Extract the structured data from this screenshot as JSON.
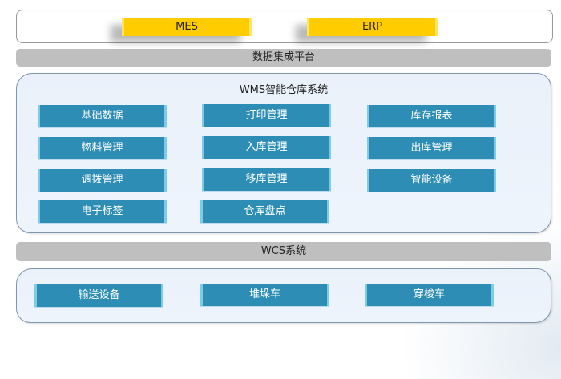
{
  "external_systems": {
    "buttons": [
      {
        "label": "MES"
      },
      {
        "label": "ERP"
      }
    ],
    "button_color": "#ffcc00"
  },
  "integration_bar": {
    "label": "数据集成平台"
  },
  "wms": {
    "title": "WMS智能仓库系统",
    "modules": [
      {
        "label": "基础数据"
      },
      {
        "label": "打印管理"
      },
      {
        "label": "库存报表"
      },
      {
        "label": "物料管理"
      },
      {
        "label": "入库管理"
      },
      {
        "label": "出库管理"
      },
      {
        "label": "调拨管理"
      },
      {
        "label": "移库管理"
      },
      {
        "label": "智能设备"
      },
      {
        "label": "电子标签"
      },
      {
        "label": "仓库盘点"
      }
    ],
    "module_color": "#2e8db5"
  },
  "wcs_bar": {
    "label": "WCS系统"
  },
  "wcs": {
    "modules": [
      {
        "label": "输送设备"
      },
      {
        "label": "堆垛车"
      },
      {
        "label": "穿梭车"
      }
    ]
  }
}
